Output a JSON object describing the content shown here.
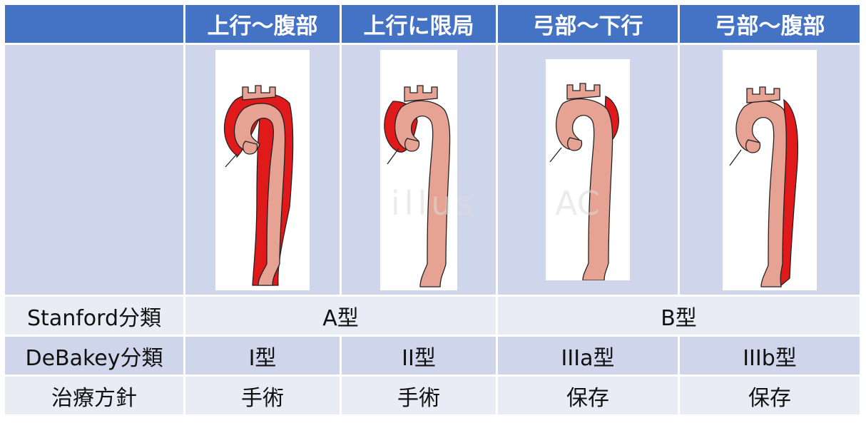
{
  "header": {
    "corner": "",
    "columns": [
      "上行〜腹部",
      "上行に限局",
      "弓部〜下行",
      "弓部〜腹部"
    ]
  },
  "rows": {
    "stanford": {
      "label": "Stanford分類",
      "a": "A型",
      "b": "B型"
    },
    "debakey": {
      "label": "DeBakey分類",
      "values": [
        "I型",
        "II型",
        "IIIa型",
        "IIIb型"
      ]
    },
    "treatment": {
      "label": "治療方針",
      "values": [
        "手術",
        "手術",
        "保存",
        "保存"
      ]
    }
  },
  "watermark": {
    "left": "illus",
    "right": "AC"
  },
  "colors": {
    "header_bg": "#4472c4",
    "band_dark": "#cfd5ea",
    "band_light": "#e9ebf5",
    "aorta_fill": "#e6a394",
    "dissection_red": "#e01a1a"
  },
  "icons": [
    "aorta-dissection-type-1-icon",
    "aorta-dissection-type-2-icon",
    "aorta-dissection-type-3a-icon",
    "aorta-dissection-type-3b-icon"
  ]
}
